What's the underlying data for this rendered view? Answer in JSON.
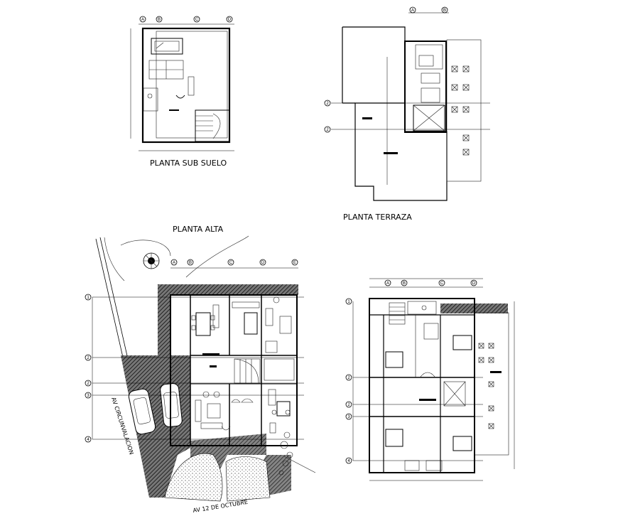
{
  "plan_titles": {
    "basement": "PLANTA SUB SUELO",
    "terrace": "PLANTA TERRAZA",
    "upper": "PLANTA ALTA"
  },
  "street_labels": {
    "side": "AV CIRCUNVALACION",
    "front": "AV 12 DE OCTUBRE"
  },
  "axis_markers": {
    "letters_a_e": [
      "A",
      "B",
      "C",
      "D",
      "E"
    ],
    "letters_a_d": [
      "A",
      "B",
      "C",
      "D"
    ],
    "numbers": [
      "1",
      "2",
      "3",
      "4"
    ]
  }
}
